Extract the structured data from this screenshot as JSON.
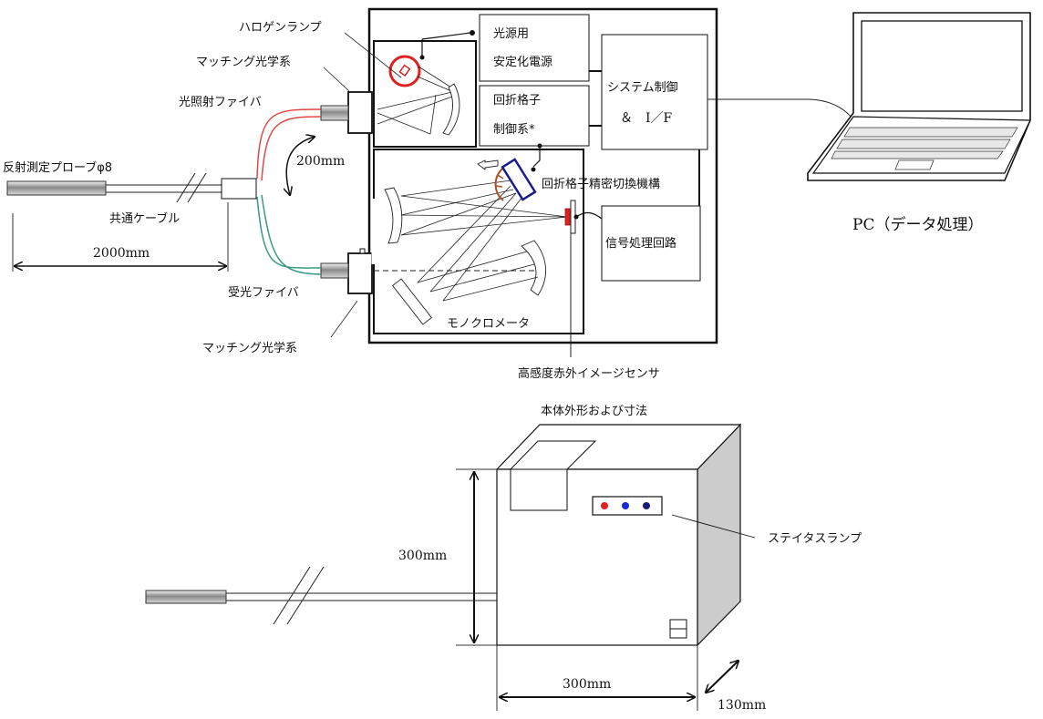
{
  "labels": {
    "halogen_lamp": "ハロゲンランプ",
    "matching_optics_top": "マッチング光学系",
    "light_irradiation_fiber": "光照射ファイバ",
    "reflection_probe": "反射測定プローブφ8",
    "common_cable": "共通ケーブル",
    "length_2000": "2000mm",
    "length_200": "200mm",
    "receiving_fiber": "受光ファイバ",
    "matching_optics_bottom": "マッチング光学系",
    "power_supply_line1": "光源用",
    "power_supply_line2": "安定化電源",
    "grating_control_line1": "回折格子",
    "grating_control_line2": "制御系*",
    "system_control_line1": "システム制御",
    "system_control_line2": "＆　I／F",
    "grating_switch": "回折格子精密切換機構",
    "signal_processing": "信号処理回路",
    "monochromator": "モノクロメータ",
    "ir_sensor": "高感度赤外イメージセンサ",
    "pc": "PC（データ処理）",
    "outline_title": "本体外形および寸法",
    "status_lamp": "ステイタスランプ",
    "height_300": "300mm",
    "width_300": "300mm",
    "depth_130": "130mm"
  },
  "colors": {
    "lamp_red": "#e02020",
    "fiber_red": "#e04848",
    "fiber_green": "#3a9a88",
    "grating_blue": "#1a1a8c",
    "grating_arc": "#b05020",
    "led_red": "#e02020",
    "led_blue": "#1a2ad0",
    "led_navy": "#1a1a7a",
    "body_side": "#cccccc"
  },
  "icons": {
    "pc": "laptop-icon",
    "lamp": "halogen-lamp-icon"
  }
}
